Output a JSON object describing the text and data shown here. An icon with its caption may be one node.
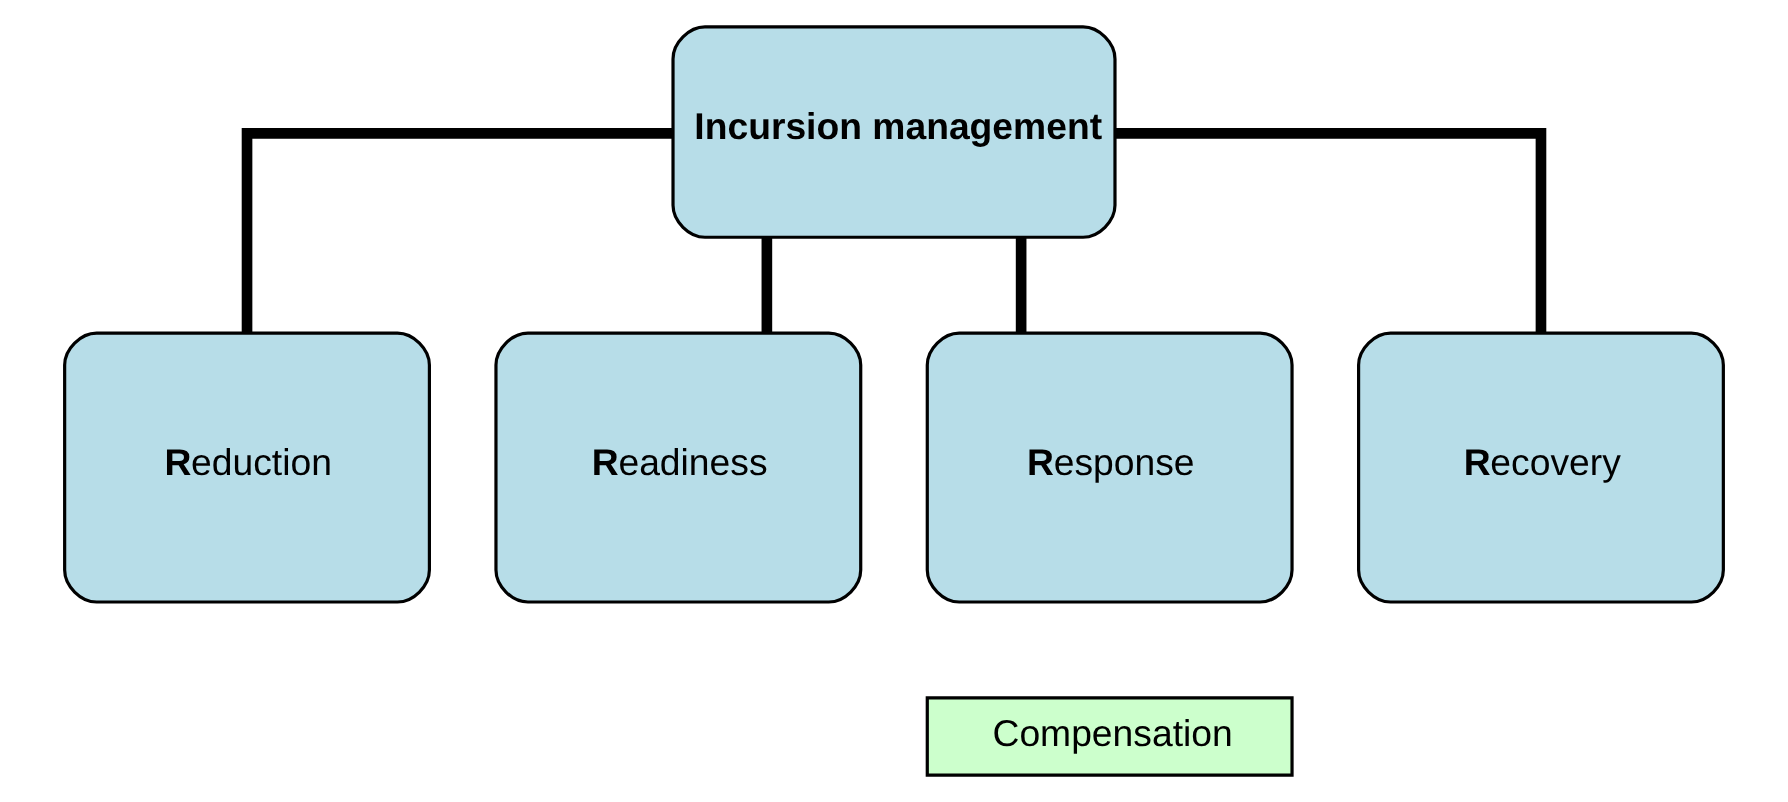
{
  "diagram": {
    "nodes": [
      {
        "text": [
          "Incursion management"
        ]
      },
      {
        "text": [
          "**R**eduction"
        ]
      },
      {
        "text": [
          "**R**eadiness"
        ]
      },
      {
        "text": [
          "**R**esponse"
        ]
      },
      {
        "text": [
          "**R**ecovery"
        ]
      },
      {
        "text": [
          "Compensation"
        ]
      }
    ],
    "edges": [
      {
        "from": 0,
        "to": 1,
        "arrow": "none"
      },
      {
        "from": 0,
        "to": 2,
        "arrow": "none"
      },
      {
        "from": 0,
        "to": 3,
        "arrow": "none"
      },
      {
        "from": 0,
        "to": 4,
        "arrow": "none"
      }
    ]
  }
}
